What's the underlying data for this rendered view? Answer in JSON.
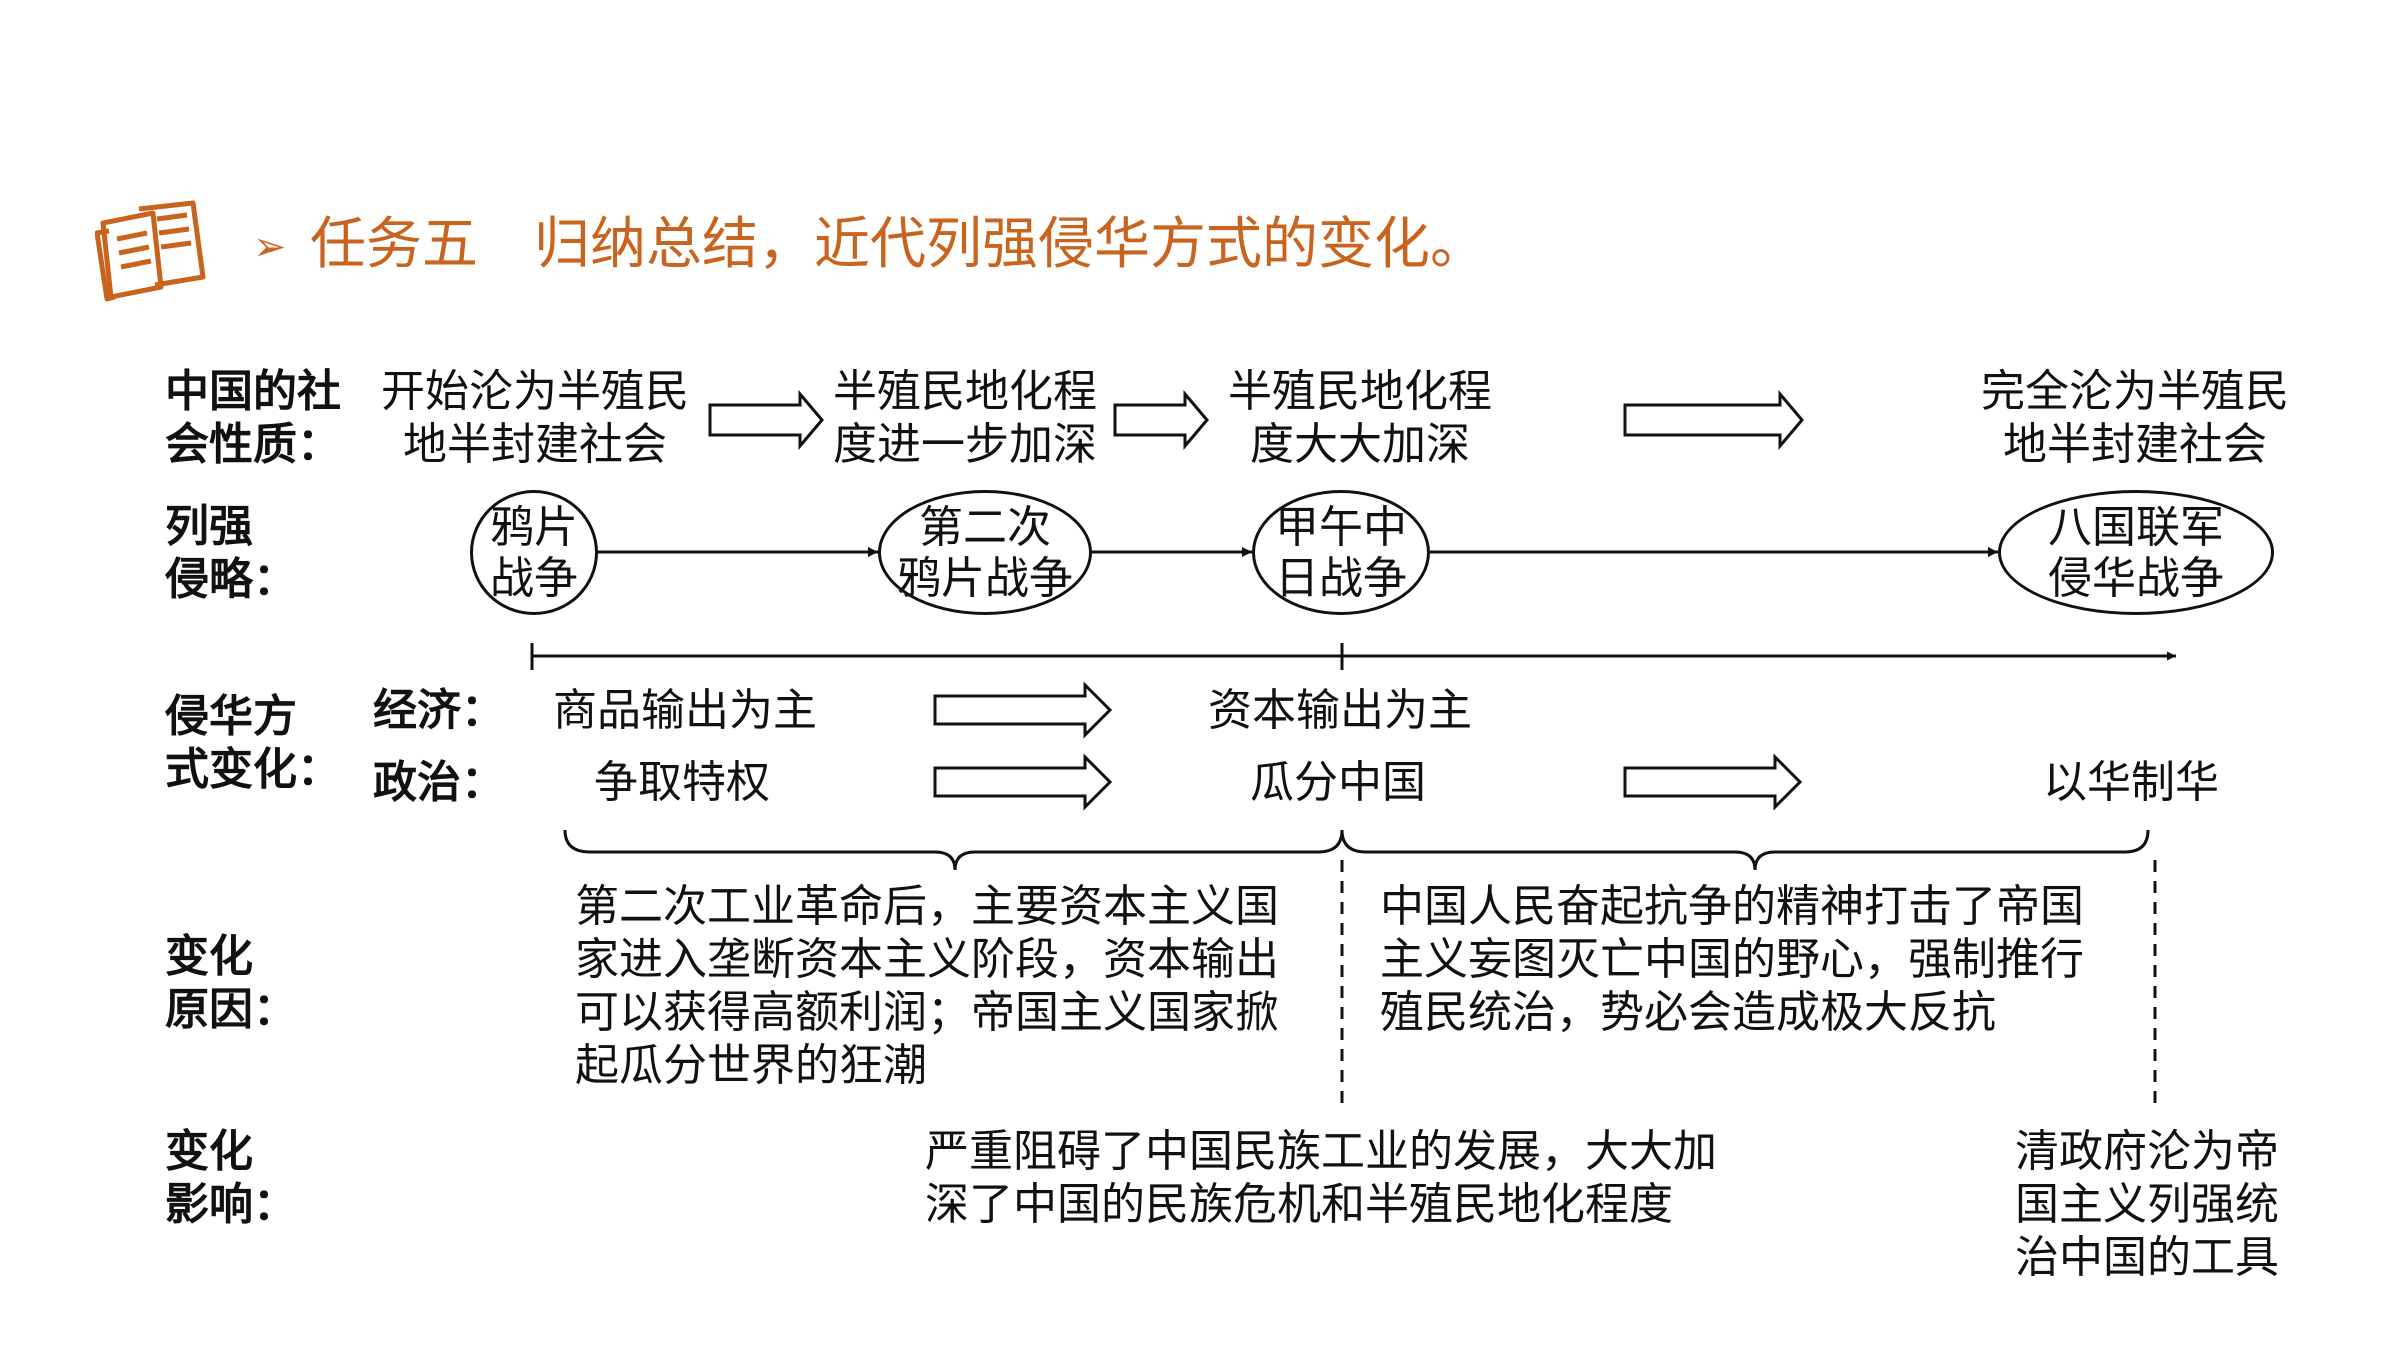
{
  "title": "任务五　归纳总结，近代列强侵华方式的变化。",
  "colors": {
    "accent": "#c8641e",
    "ink": "#111111"
  },
  "icons": {
    "header": "notebook-icon",
    "bullet": "triangle-arrow-icon"
  },
  "rows": {
    "society": {
      "label": "中国的社\n会性质：",
      "stages": [
        "开始沦为半殖民\n地半封建社会",
        "半殖民地化程\n度进一步加深",
        "半殖民地化程\n度大大加深",
        "完全沦为半殖民\n地半封建社会"
      ]
    },
    "aggression": {
      "label": "列强\n侵略：",
      "wars": [
        "鸦片\n战争",
        "第二次\n鸦片战争",
        "甲午中\n日战争",
        "八国联军\n侵华战争"
      ]
    },
    "method": {
      "label": "侵华方\n式变化：",
      "economy": {
        "label": "经济：",
        "from": "商品输出为主",
        "to": "资本输出为主"
      },
      "politics": {
        "label": "政治：",
        "stages": [
          "争取特权",
          "瓜分中国",
          "以华制华"
        ]
      }
    },
    "reason": {
      "label": "变化\n原因：",
      "left": "第二次工业革命后，主要资本主义国\n家进入垄断资本主义阶段，资本输出\n可以获得高额利润；帝国主义国家掀\n起瓜分世界的狂潮",
      "right": "中国人民奋起抗争的精神打击了帝国\n主义妄图灭亡中国的野心，强制推行\n殖民统治，势必会造成极大反抗"
    },
    "impact": {
      "label": "变化\n影响：",
      "middle": "严重阻碍了中国民族工业的发展，大大加\n深了中国的民族危机和半殖民地化程度",
      "right": "清政府沦为帝\n国主义列强统\n治中国的工具"
    }
  }
}
